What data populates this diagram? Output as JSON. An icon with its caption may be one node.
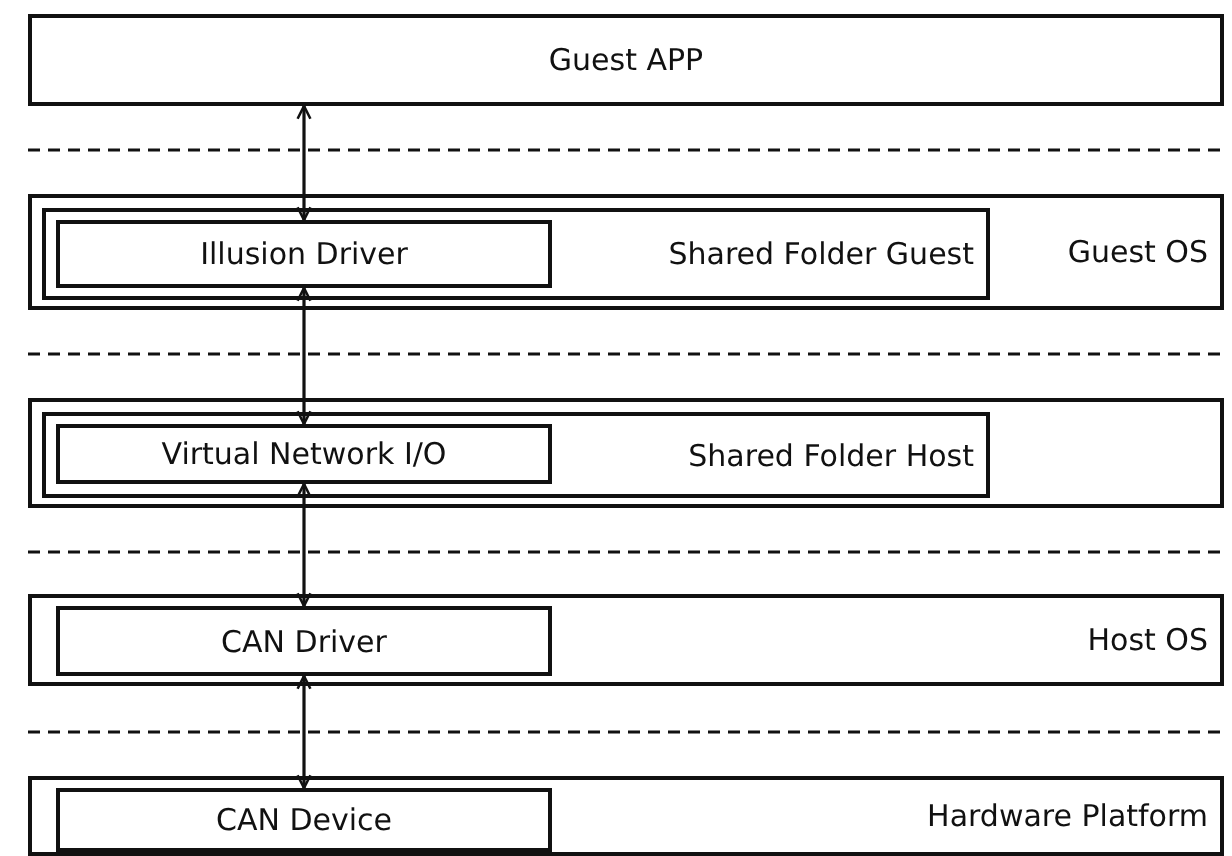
{
  "diagram": {
    "nodes": [
      {
        "text": [
          "Guest APP"
        ]
      },
      {
        "text": [
          "Guest OS"
        ]
      },
      {
        "text": [
          "Shared Folder Guest"
        ],
        "in": 1
      },
      {
        "text": [
          "Illusion Driver"
        ],
        "in": 2
      },
      {
        "text": [],
        "shape": "box"
      },
      {
        "text": [
          "Shared Folder Host"
        ],
        "in": 4
      },
      {
        "text": [
          "Virtual Network I/O"
        ],
        "in": 5
      },
      {
        "text": [
          "Host OS"
        ]
      },
      {
        "text": [
          "CAN Driver"
        ],
        "in": 7
      },
      {
        "text": [
          "Hardware Platform"
        ]
      },
      {
        "text": [
          "CAN Device"
        ],
        "in": 9
      }
    ],
    "edges": [
      {
        "from": 0,
        "to": 3,
        "arrow": "both"
      },
      {
        "from": 3,
        "to": 6,
        "arrow": "both"
      },
      {
        "from": 6,
        "to": 8,
        "arrow": "both"
      },
      {
        "from": 8,
        "to": 10,
        "arrow": "both"
      }
    ]
  }
}
